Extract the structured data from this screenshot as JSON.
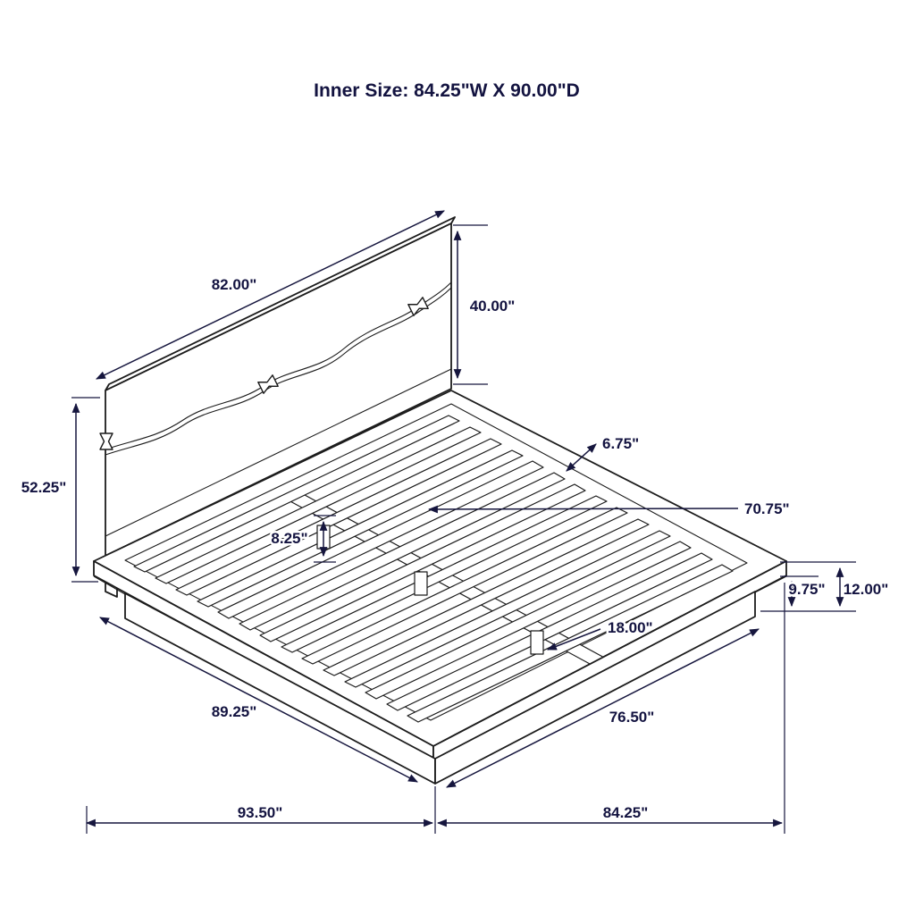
{
  "title": "Inner Size: 84.25\"W X 90.00\"D",
  "dimensions": {
    "headboard_width": "82.00\"",
    "headboard_height": "40.00\"",
    "overall_height": "52.25\"",
    "slat_spacing": "6.75\"",
    "slat_length": "70.75\"",
    "support_foot_height": "8.25\"",
    "base_height": "9.75\"",
    "platform_height": "12.00\"",
    "center_support_height": "18.00\"",
    "side_rail_length": "89.25\"",
    "front_rail_length": "76.50\"",
    "overall_depth": "93.50\"",
    "overall_width": "84.25\""
  },
  "colors": {
    "line": "#1c1c1c",
    "dimension": "#16163e",
    "label_text": "#131340",
    "background": "#ffffff"
  }
}
